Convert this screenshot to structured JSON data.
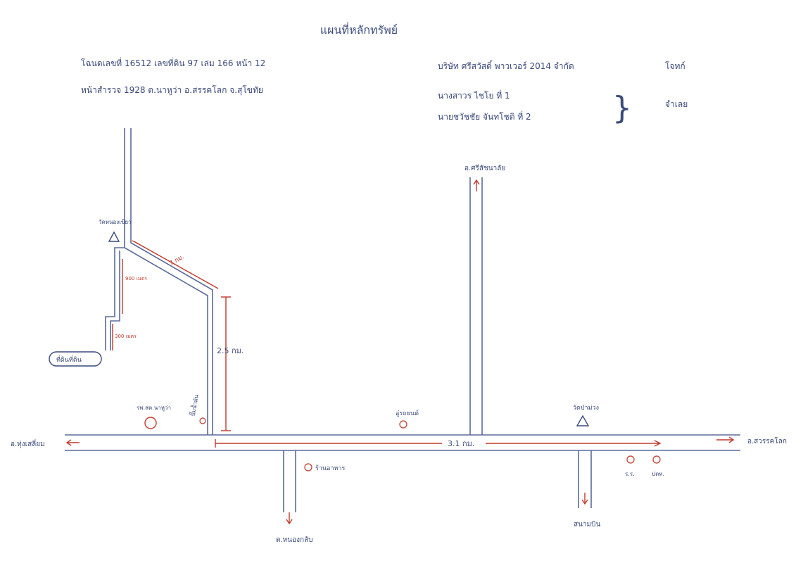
{
  "title": "แผนที่หลักทรัพย์",
  "deed_info": {
    "line1": "โฉนดเลขที่ 16512   เลขที่ดิน 97   เล่ม 166   หน้า 12",
    "line2": "หน้าสำรวจ 1928   ต.นาหูว่า   อ.สรรคโลก   จ.สุโขทัย"
  },
  "parties": {
    "plaintiff_company": "บริษัท ศรีสวัสดิ์ พาวเวอร์ 2014 จำกัด",
    "plaintiff_label": "โจทก์",
    "defendant_1": "นางสาวร ไชโย ที่ 1",
    "defendant_2": "นายชวัชชัย จันทโชติ ที่ 2",
    "defendant_label": "จำเลย",
    "brace": "}"
  },
  "labels": {
    "north_road": "อ.ศรีสัชนาลัย",
    "west_road": "อ.ทุ่งเสลี่ยม",
    "east_road": "อ.สวรรคโลก",
    "south_road_1": "ต.หนองกลับ",
    "south_road_2": "สนามบิน",
    "temple_left": "วัดหนองเขียว",
    "temple_right": "วัดป่าม่วง",
    "land_plot": "ที่ดินที่ดิน",
    "school": "รพ.สต.นาหูว่า",
    "shop_1": "ปั๊มน้ำมัน",
    "shop_2": "อู่รถยนต์",
    "shop_3": "ร้านอาหาร",
    "place_a": "ร.ร.",
    "place_b": "ปตท."
  },
  "distances": {
    "diagonal": "7 กม.",
    "left_upper": "900 เมตร",
    "left_lower": "300 เมตร",
    "vertical": "2.5 กม.",
    "horizontal": "3.1 กม."
  },
  "colors": {
    "ink_blue": "#3a4a7a",
    "ink_red": "#c0392b",
    "road": "#5b6b9a"
  }
}
